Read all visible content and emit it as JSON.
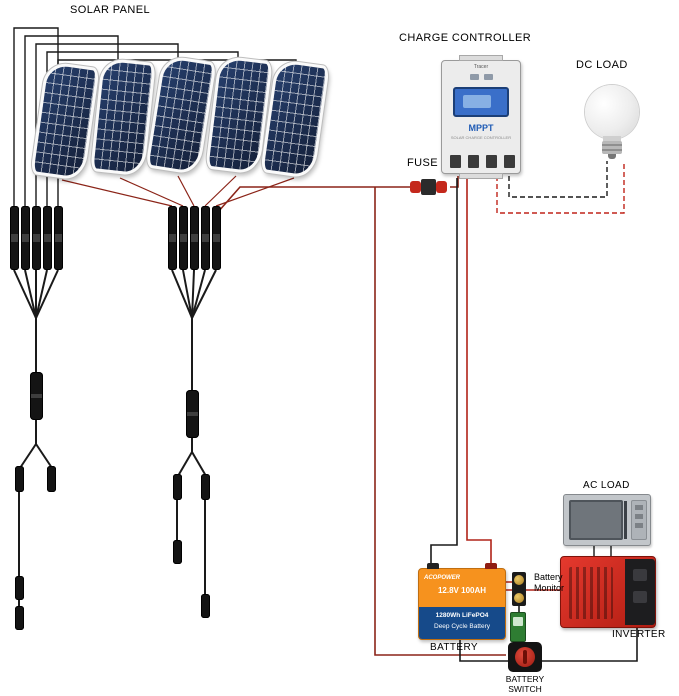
{
  "labels": {
    "solar_panel": "SOLAR PANEL",
    "charge_controller": "CHARGE CONTROLLER",
    "dc_load": "DC LOAD",
    "fuse": "FUSE",
    "battery": "BATTERY",
    "ac_load": "AC LOAD",
    "inverter": "INVERTER",
    "battery_monitor_line1": "Battery",
    "battery_monitor_line2": "Monitor",
    "battery_switch_line1": "BATTERY",
    "battery_switch_line2": "SWITCH"
  },
  "charge_controller": {
    "brand": "Tracer",
    "display": "MPPT",
    "subtitle": "SOLAR CHARGE CONTROLLER"
  },
  "battery": {
    "brand": "ACOPOWER",
    "spec": "12.8V 100AH",
    "chem": "1280Wh LiFePO4",
    "type": "Deep Cycle Battery"
  },
  "colors": {
    "wire_black": "#1a1a1a",
    "wire_red": "#8b2418",
    "panel_blue": "#1e2d50",
    "battery_orange": "#f6921e",
    "battery_blue": "#164a8a",
    "inverter_red": "#c62828"
  }
}
